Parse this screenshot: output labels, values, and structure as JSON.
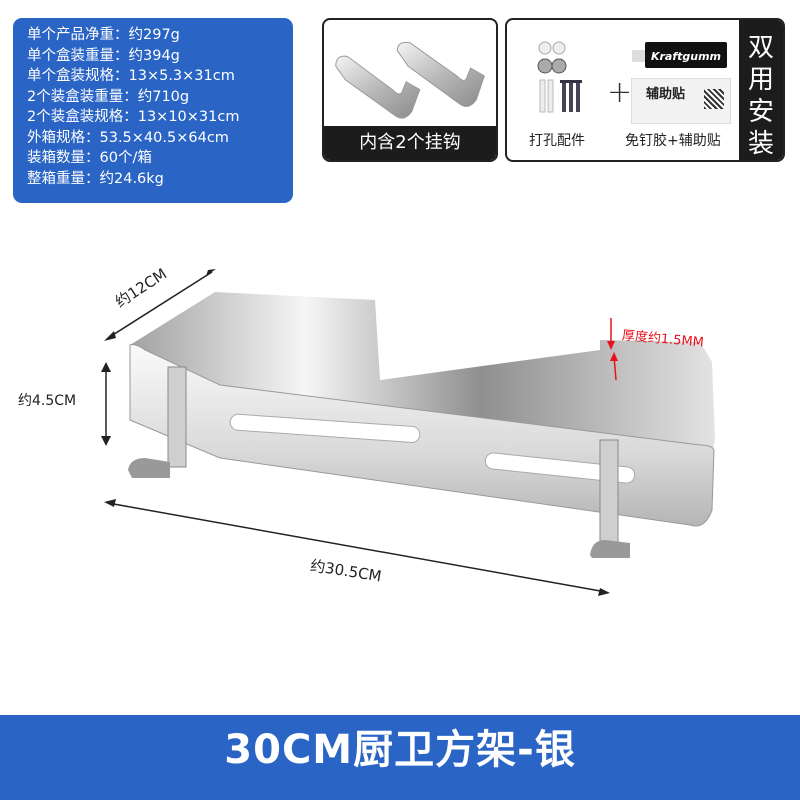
{
  "specs": {
    "lines": [
      "单个产品净重：约297g",
      "单个盒装重量：约394g",
      "单个盒装规格：13×5.3×31cm",
      "2个装盒装重量：约710g",
      "2个装盒装规格：13×10×31cm",
      "外箱规格：53.5×40.5×64cm",
      "装箱数量：60个/箱",
      "整箱重量：约24.6kg"
    ]
  },
  "hooks_panel": {
    "label": "内含2个挂钩"
  },
  "install_panel": {
    "side_label": [
      "双",
      "用",
      "安",
      "装"
    ],
    "plus": "+",
    "drill_caption": "打孔配件",
    "glue_caption": "免钉胶+辅助贴",
    "tube_brand": "Kraftgumm",
    "sticker_title": "辅助贴"
  },
  "dimensions": {
    "depth": "约12CM",
    "height": "约4.5CM",
    "width": "约30.5CM",
    "thickness": "厚度约1.5MM"
  },
  "colors": {
    "brand_blue": "#2a64c5",
    "dark": "#1c1c1c",
    "annotation_red": "#e8121c"
  },
  "footer": {
    "title": "30CM厨卫方架-银"
  }
}
